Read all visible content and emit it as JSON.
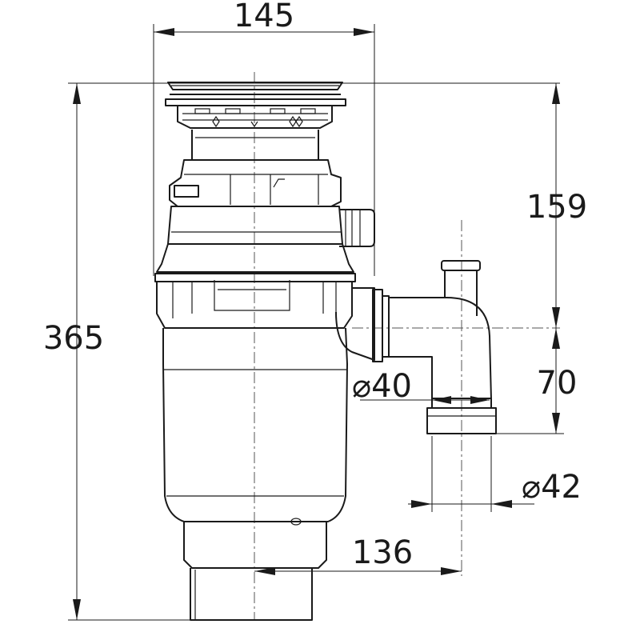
{
  "dimensions": {
    "width_top": "145",
    "height_total": "365",
    "height_outlet": "159",
    "height_trap": "70",
    "diameter_inlet": "40",
    "diameter_outlet": "42",
    "offset_outlet": "136",
    "diameter_symbol": "⌀"
  }
}
